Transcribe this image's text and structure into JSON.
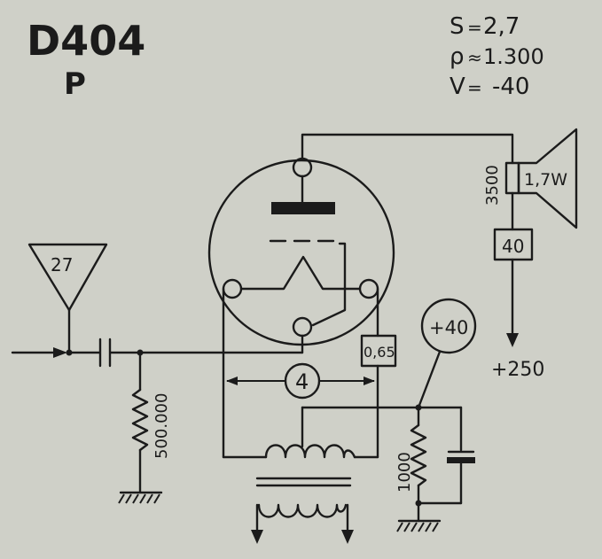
{
  "tube": {
    "name": "D404",
    "suffix": "P"
  },
  "parameters": [
    {
      "label": "S",
      "sep": "=",
      "value": "2,7"
    },
    {
      "label": "ρ",
      "sep": "≈",
      "value": "1.300"
    },
    {
      "label": "V",
      "sep": "=",
      "value": "-40"
    }
  ],
  "speaker": {
    "power": "1,7W",
    "impedance": "3500"
  },
  "components": {
    "anode_resistor": "40",
    "supply": "+250",
    "input_triangle": "27",
    "grid_resistor": "500.000",
    "heater_resistor": "0,65",
    "heater_voltage": "4",
    "bias_circle": "+40",
    "cathode_resistor": "1000"
  }
}
